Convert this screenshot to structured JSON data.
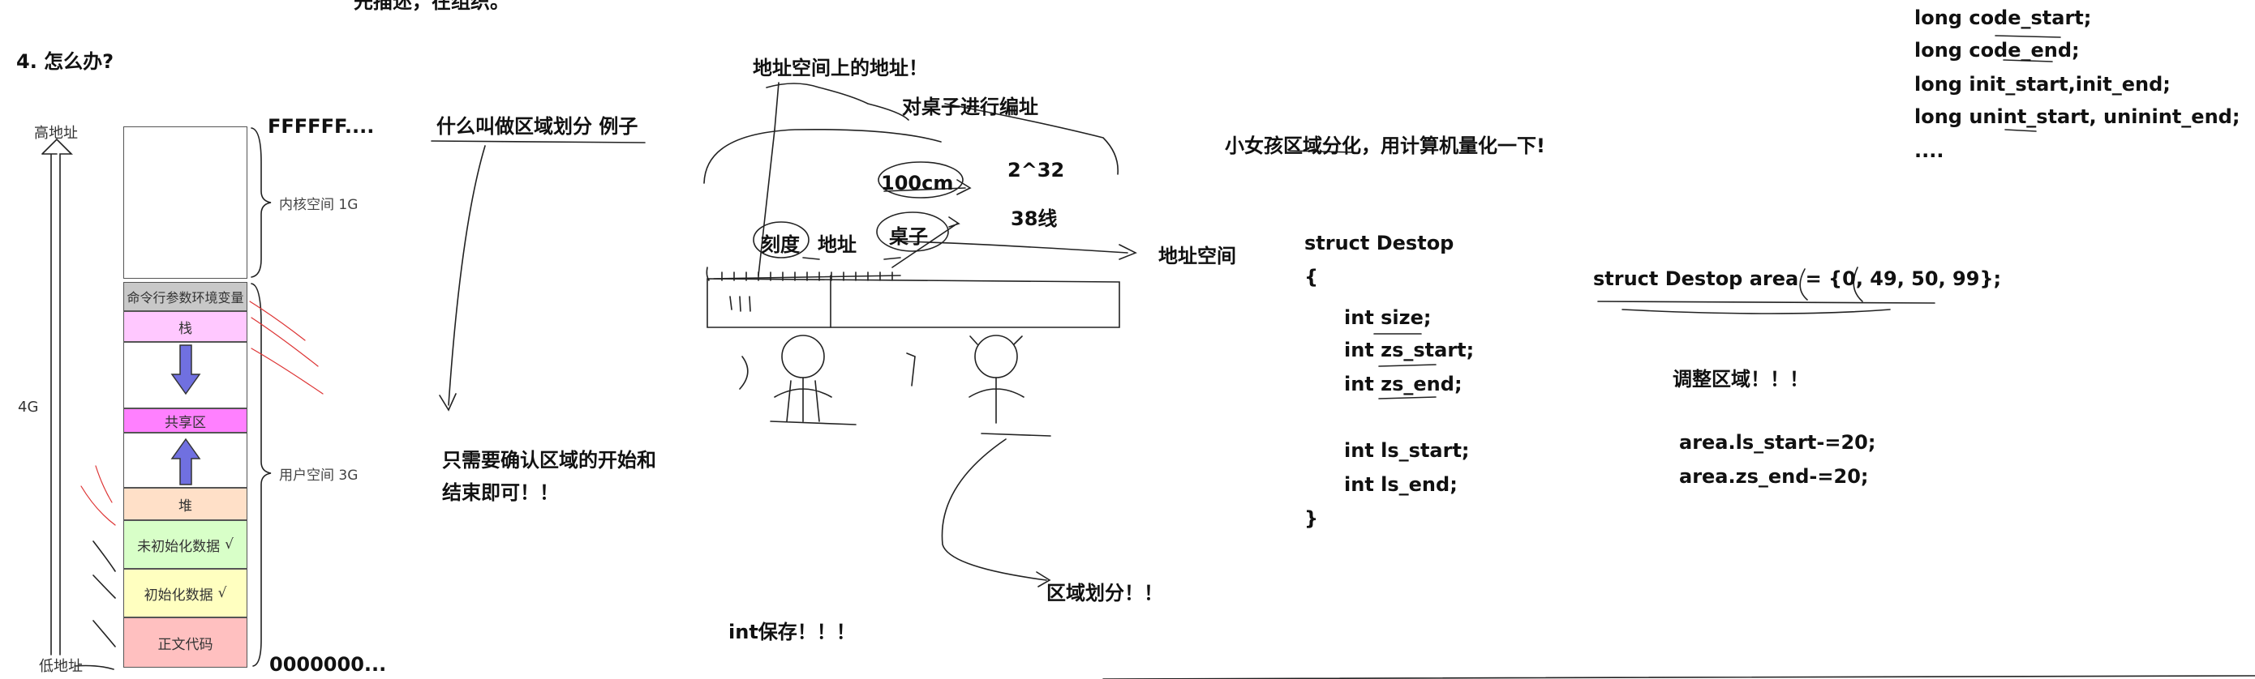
{
  "top_cut_text": "先描述，在组织。",
  "section_title": "4. 怎么办?",
  "memory": {
    "high_label": "高地址",
    "low_label": "低地址",
    "size_label": "4G",
    "top_addr": "FFFFFF....",
    "bottom_addr": "0000000...",
    "kernel_label": "内核空间 1G",
    "user_label": "用户空间 3G",
    "segments": {
      "cmdline": "命令行参数环境变量",
      "stack": "栈",
      "shared": "共享区",
      "heap": "堆",
      "bss": "未初始化数据",
      "data": "初始化数据",
      "text": "正文代码"
    },
    "check_mark": "√",
    "colors": {
      "kernel": "#ffffff",
      "cmdline": "#c8c8c8",
      "stack": "#ffc8ff",
      "shared": "#ff80ff",
      "heap": "#ffe0c8",
      "bss": "#d8ffc8",
      "data": "#ffffc0",
      "text": "#ffc0c0",
      "arrow": "#7070e0"
    }
  },
  "notes": {
    "region_question": "什么叫做区域划分   例子",
    "confirm_line1": "只需要确认区域的开始和",
    "confirm_line2": "结束即可！！",
    "addr_on_space": "地址空间上的地址！",
    "number_desk": "对桌子进行编址",
    "scale": "刻度",
    "address": "地址",
    "desk": "桌子",
    "len": "100cm",
    "pow": "2^32",
    "lines38": "38线",
    "addr_space": "地址空间",
    "region_div": "区域划分！！",
    "int_save": "int保存！！！",
    "girl_quant": "小女孩区域分化，用计算机量化一下!"
  },
  "struct": {
    "head": "struct Destop",
    "open": "{",
    "fields": [
      "int size;",
      "int zs_start;",
      "int zs_end;",
      "",
      "int ls_start;",
      "int ls_end;"
    ],
    "close": "}"
  },
  "init": {
    "statement": "struct Destop area = {0, 49, 50, 99};",
    "adjust": "调整区域！！！",
    "op1": "area.ls_start-=20;",
    "op2": "area.zs_end-=20;"
  },
  "right_code": [
    "long code_start;",
    "long code_end;",
    "long init_start,init_end;",
    "long unint_start, uninint_end;",
    "...."
  ]
}
